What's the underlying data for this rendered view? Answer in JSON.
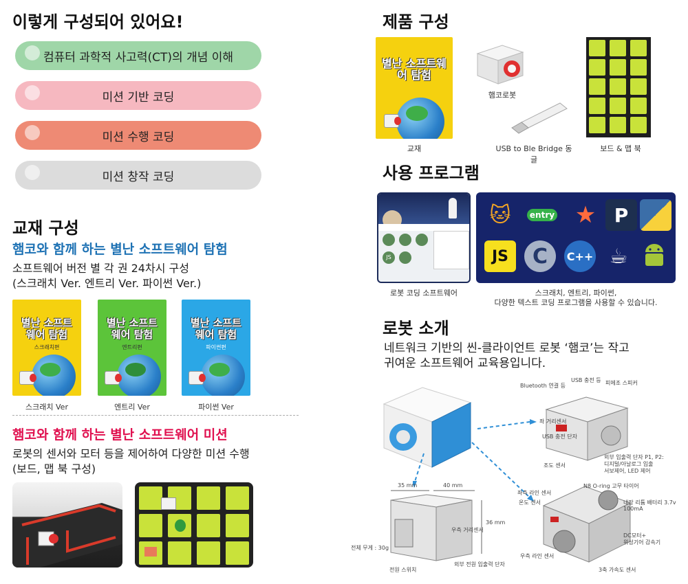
{
  "left": {
    "heading": "이렇게 구성되어 있어요!",
    "flow": [
      {
        "label": "컴퓨터 과학적 사고력(CT)의 개념 이해",
        "color": "#9fd6a8"
      },
      {
        "label": "미션 기반 코딩",
        "color": "#f6b8c0"
      },
      {
        "label": "미션 수행 코딩",
        "color": "#ee8a74"
      },
      {
        "label": "미션 창작 코딩",
        "color": "#dcdcdc"
      }
    ],
    "textbook_heading": "교재 구성",
    "series1_title": "햄코와 함께 하는 별난 소프트웨어 탐험",
    "series1_desc1": "소프트웨어 버전 별 각 권 24차시 구성",
    "series1_desc2": "(스크래치 Ver. 엔트리 Ver. 파이썬 Ver.)",
    "books": [
      {
        "caption": "스크래치 Ver",
        "bg": "#f5d10f",
        "cover_title": "별난 소프트웨어 탐험",
        "cover_sub": "스크래치편"
      },
      {
        "caption": "엔트리 Ver",
        "bg": "#5cc43a",
        "cover_title": "별난 소프트웨어 탐험",
        "cover_sub": "엔트리편"
      },
      {
        "caption": "파이썬 Ver",
        "bg": "#2ba7e6",
        "cover_title": "별난 소프트웨어 탐험",
        "cover_sub": "파이썬편"
      }
    ],
    "series2_title": "햄코와 함께 하는 별난 소프트웨어 미션",
    "series2_desc1": "로봇의 센서와 모터 등을 제어하여 다양한 미션 수행",
    "series2_desc2": "(보드, 맵 북 구성)"
  },
  "right": {
    "product_heading": "제품 구성",
    "product_items": [
      {
        "caption": "교재"
      },
      {
        "caption": "햄코로봇"
      },
      {
        "caption": "USB to Ble Bridge 동글"
      },
      {
        "caption": "보드 & 맵 북"
      }
    ],
    "program_heading": "사용 프로그램",
    "program_left_caption": "로봇 코딩 소프트웨어",
    "program_right_caption1": "스크래치, 엔트리, 파이썬,",
    "program_right_caption2": "다양한 텍스트 코딩 프로그램을 사용할 수 있습니다.",
    "logos": [
      {
        "name": "scratch",
        "text": "🐱"
      },
      {
        "name": "entry",
        "text": "entry"
      },
      {
        "name": "star",
        "text": "★"
      },
      {
        "name": "p",
        "text": "P"
      },
      {
        "name": "python",
        "text": "Py"
      },
      {
        "name": "js",
        "text": "JS"
      },
      {
        "name": "c",
        "text": "C"
      },
      {
        "name": "cpp",
        "text": "C++"
      },
      {
        "name": "java",
        "text": "☕"
      },
      {
        "name": "android",
        "text": "🤖"
      }
    ],
    "robot_heading": "로봇 소개",
    "robot_desc1": "네트워크 기반의 씬-클라이언트 로봇 ‘햄코’는 작고",
    "robot_desc2": "귀여운 소프트웨어 교육용입니다.",
    "robot_labels": {
      "bt": "Bluetooth 연결 등",
      "usb_led": "USB 충전 등",
      "piezo": "피에조 스피커",
      "left_dist": "좌 거리센서",
      "usb_port": "USB 충전 단자",
      "light": "조도 센서",
      "ext_port": "외부 입출력 단자 P1, P2:",
      "ext_port2": "디지털/아날로그 입출",
      "ext_port3": "서보제어, LED 제어",
      "width1": "35 mm",
      "width2": "40 mm",
      "right_dist": "우측 거리센서",
      "height": "36 mm",
      "weight": "전체 무게 : 30g",
      "power": "전원 스위치",
      "ext_power": "외부 전원 입출력 단자",
      "left_line": "좌측 라인 센서",
      "temp": "온도 센서",
      "oring": "N8 O-ring 고무 타이어",
      "battery": "내장 리튬 배터리 3.7v",
      "battery2": "100mA",
      "dc": "DC모터+",
      "dc2": "위성기어 감속기",
      "right_line": "우측 라인 센서",
      "accel": "3축 가속도 센서"
    }
  }
}
